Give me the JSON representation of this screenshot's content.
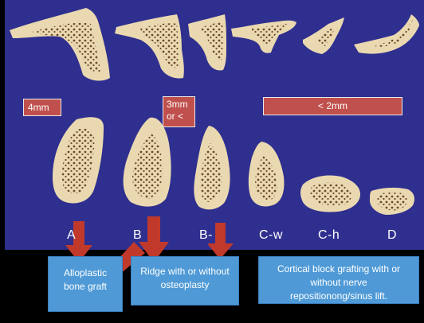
{
  "tags": {
    "four_mm": "4mm",
    "three_mm_line1": "3mm",
    "three_mm_line2": "or <",
    "less_two_mm": "< 2mm"
  },
  "classes": [
    "A",
    "B",
    "B-",
    "C-w",
    "C-h",
    "D"
  ],
  "treatments": {
    "alloplastic_line1": "Alloplastic",
    "alloplastic_line2": "bone graft",
    "ridge_line1": "Ridge with or without",
    "ridge_line2": "osteoplasty",
    "cortical_line1": "Cortical block grafting with or",
    "cortical_line2": "without nerve",
    "cortical_line3": "repositionong/sinus lift."
  },
  "colors": {
    "background": "#2f2f8f",
    "bone": "#ead9b0",
    "bone_pattern": "#6b4a2a",
    "tag": "#c0504d",
    "treatment_box": "#4f9ad6",
    "arrow": "#c0392b"
  }
}
